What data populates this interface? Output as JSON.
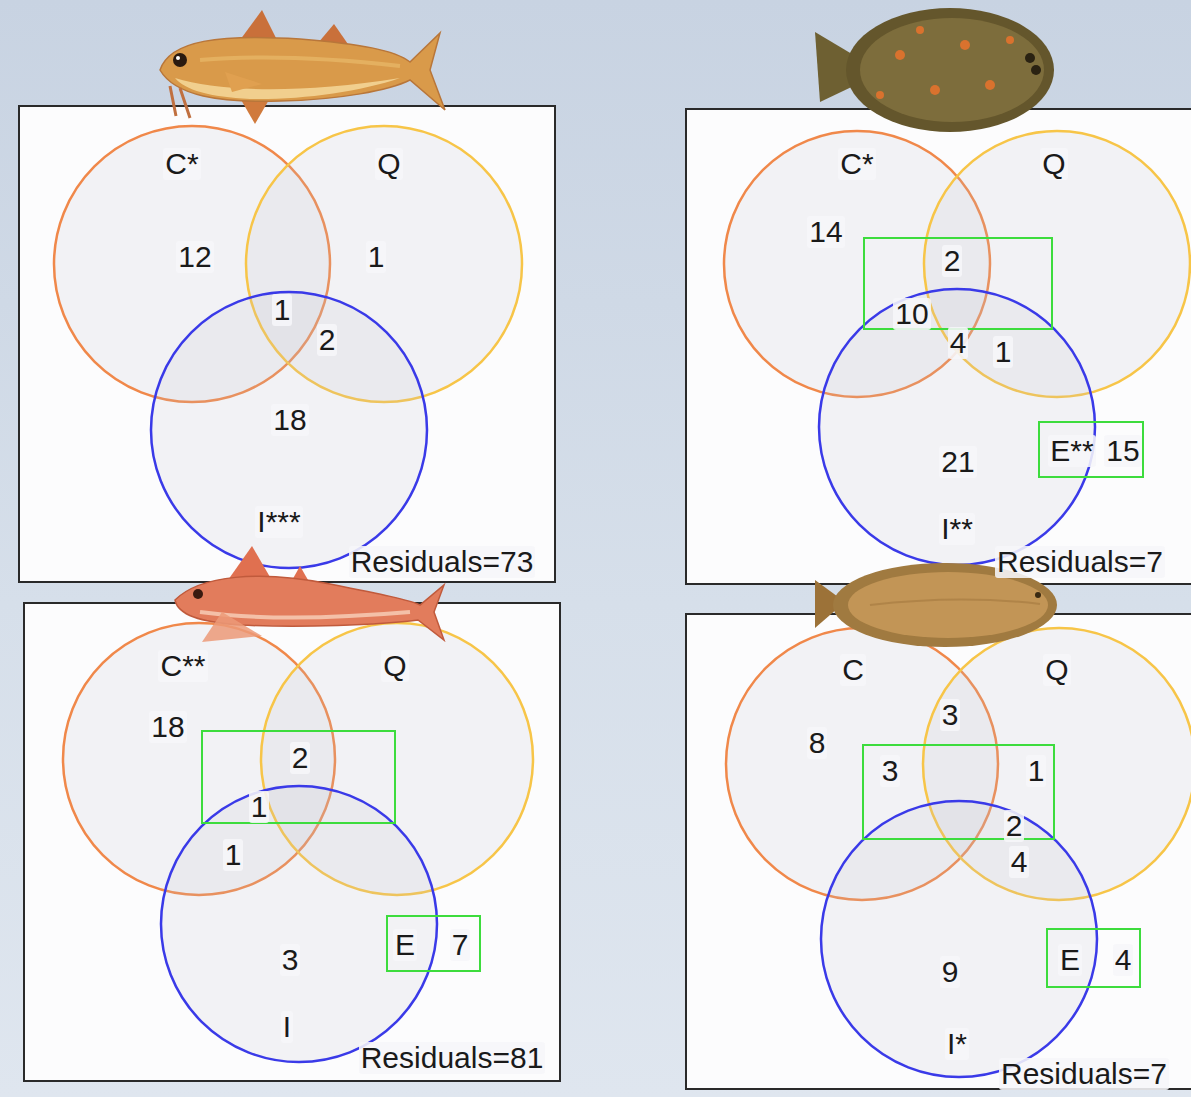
{
  "diagram": {
    "nodes": [
      {
        "text": [
          "Residuals=73"
        ]
      },
      {
        "text": [
          "C*"
        ],
        "in": 0
      },
      {
        "text": [
          "Q"
        ],
        "in": 0
      },
      {
        "text": [
          "I***"
        ],
        "in": 0
      },
      {
        "text": [
          "Residuals=7"
        ]
      },
      {
        "text": [
          "C*"
        ],
        "in": 4
      },
      {
        "text": [
          "Q"
        ],
        "in": 4
      },
      {
        "text": [
          "I**"
        ],
        "in": 4
      },
      {
        "text": [
          "2",
          "10"
        ],
        "in": 4
      },
      {
        "text": [
          "E**",
          "15"
        ],
        "in": 4
      },
      {
        "text": [
          "Residuals=81"
        ]
      },
      {
        "text": [
          "C**"
        ],
        "in": 10
      },
      {
        "text": [
          "Q"
        ],
        "in": 10
      },
      {
        "text": [
          "I"
        ],
        "in": 10
      },
      {
        "text": [
          "2",
          "1"
        ],
        "in": 10
      },
      {
        "text": [
          "E",
          "7"
        ],
        "in": 10
      },
      {
        "text": [
          "Residuals=7"
        ]
      },
      {
        "text": [
          "C"
        ],
        "in": 16
      },
      {
        "text": [
          "Q"
        ],
        "in": 16
      },
      {
        "text": [
          "I*"
        ],
        "in": 16
      },
      {
        "text": [
          "3",
          "1",
          "2"
        ],
        "in": 16
      },
      {
        "text": [
          "E",
          "4"
        ],
        "in": 16
      }
    ],
    "labels": [
      "12",
      "1",
      "1",
      "2",
      "18",
      "14",
      "4",
      "1",
      "21",
      "18",
      "1",
      "3",
      "8",
      "3",
      "4",
      "9"
    ]
  }
}
